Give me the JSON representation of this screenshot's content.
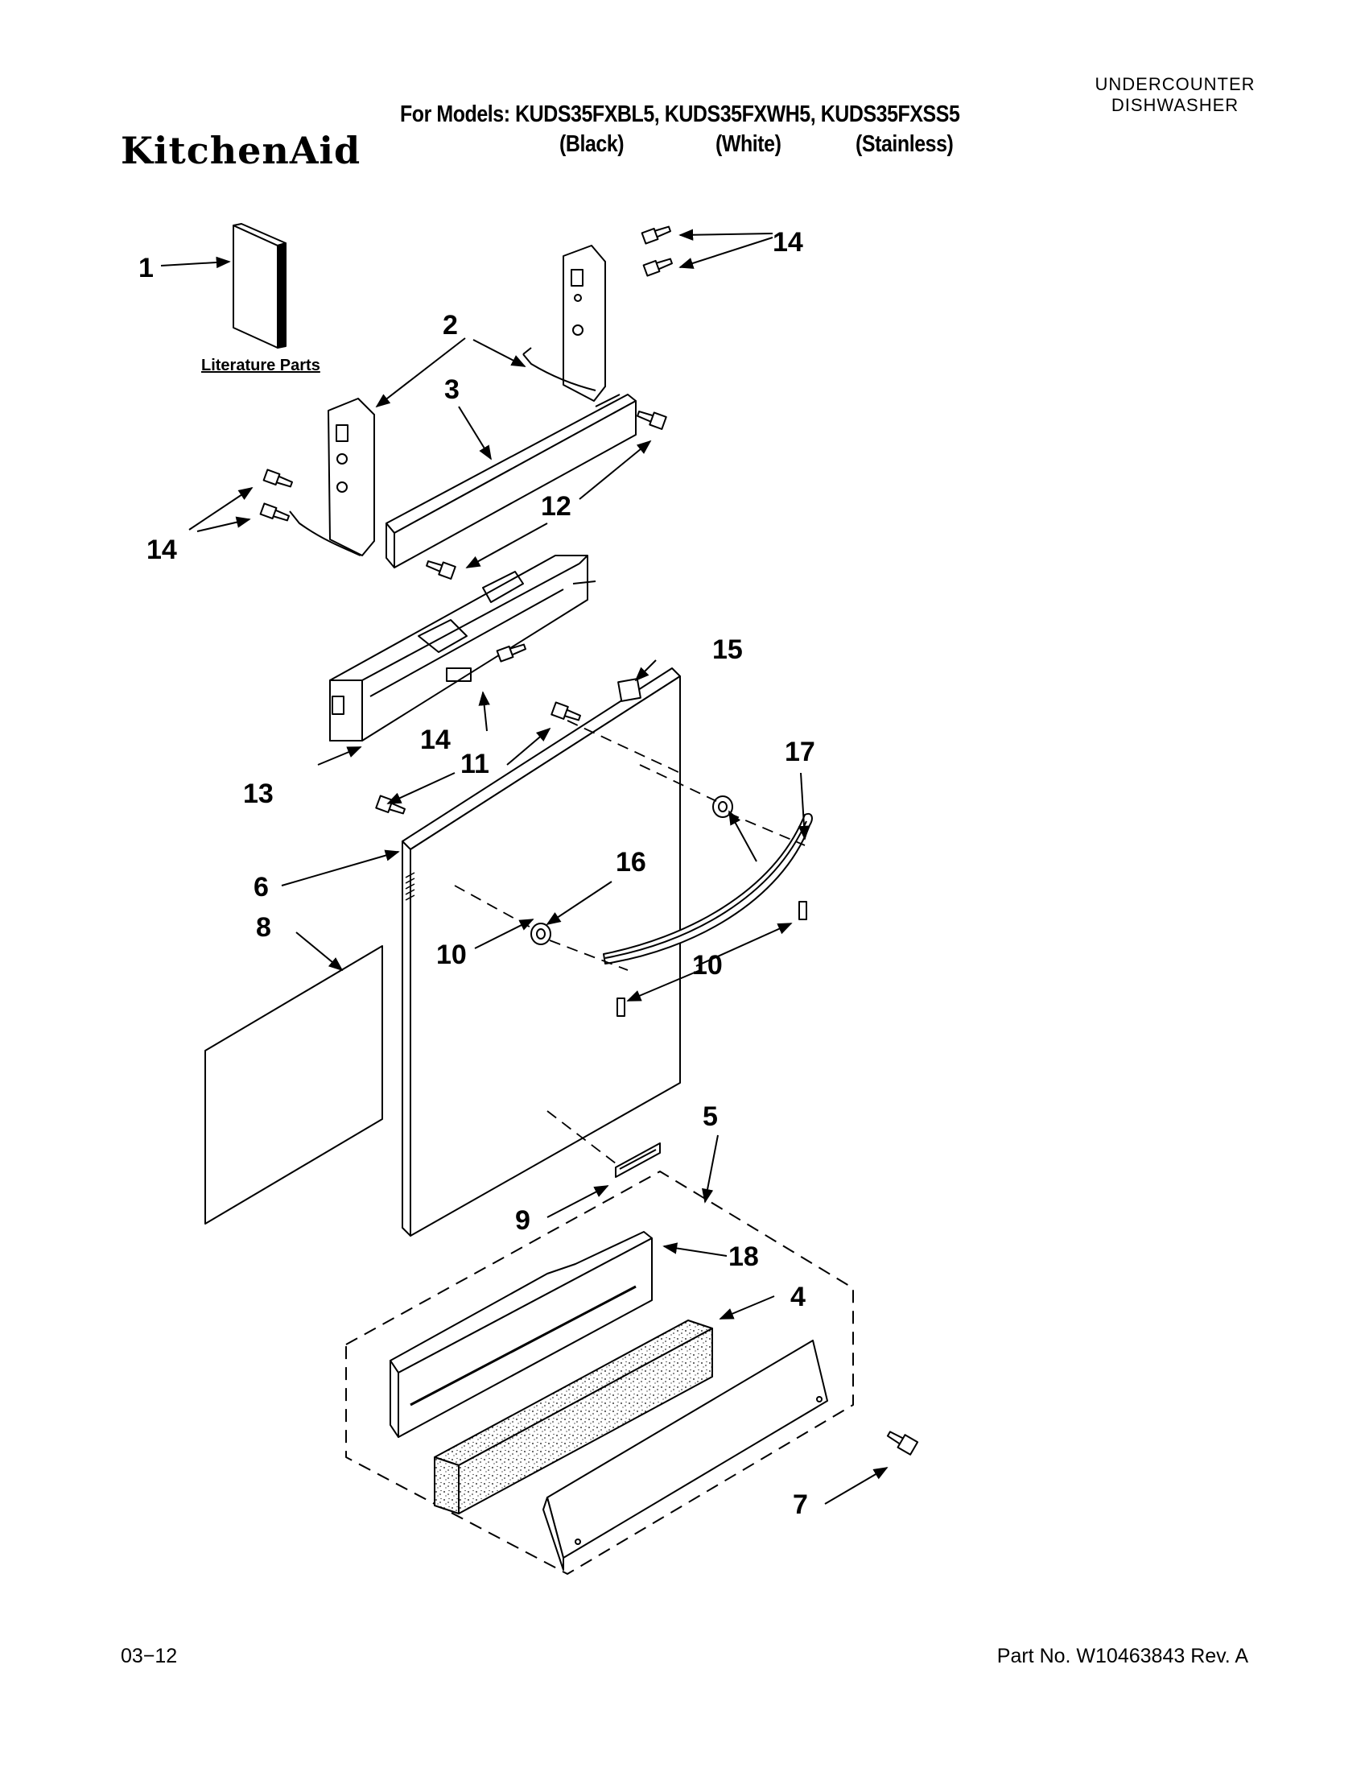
{
  "header": {
    "category_line1": "UNDERCOUNTER",
    "category_line2": "DISHWASHER",
    "models_line": "For Models: KUDS35FXBL5, KUDS35FXWH5, KUDS35FXSS5",
    "brand": "KitchenAid",
    "variants": [
      "(Black)",
      "(White)",
      "(Stainless)"
    ]
  },
  "diagram": {
    "literature_label": "Literature Parts",
    "callouts": [
      "1",
      "2",
      "3",
      "4",
      "5",
      "6",
      "7",
      "8",
      "9",
      "10",
      "10",
      "11",
      "12",
      "13",
      "14",
      "14",
      "14",
      "15",
      "16",
      "17",
      "18"
    ]
  },
  "footer": {
    "date": "03−12",
    "part_no": "Part No. W10463843 Rev. A"
  }
}
